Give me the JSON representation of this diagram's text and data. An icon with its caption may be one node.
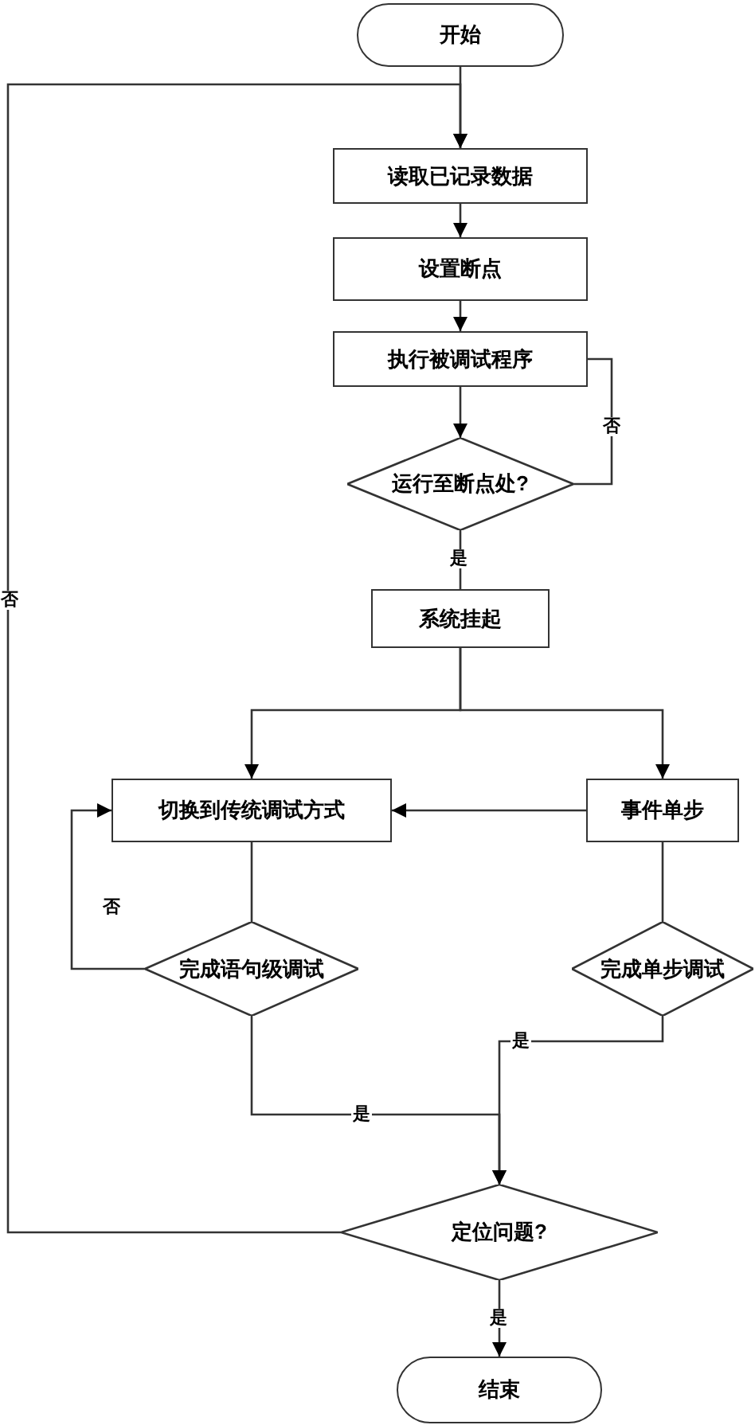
{
  "diagram": {
    "nodes": [
      {
        "text": [
          "开始"
        ]
      },
      {
        "text": [
          "读取已记录数据"
        ]
      },
      {
        "text": [
          "设置断点"
        ]
      },
      {
        "text": [
          "执行被调试程序"
        ]
      },
      {
        "text": [
          "运行至断点处?"
        ]
      },
      {
        "text": [
          "系统挂起"
        ]
      },
      {
        "text": [
          "切换到传统调试方式"
        ]
      },
      {
        "text": [
          "事件单步"
        ]
      },
      {
        "text": [
          "完成语句级调试"
        ]
      },
      {
        "text": [
          "完成单步调试"
        ]
      },
      {
        "text": [
          "定位问题?"
        ]
      },
      {
        "text": [
          "结束"
        ]
      }
    ],
    "edges": [
      {
        "from": 0,
        "to": 1,
        "arrow": "to"
      },
      {
        "from": 1,
        "to": 2,
        "arrow": "to"
      },
      {
        "from": 2,
        "to": 3,
        "arrow": "to"
      },
      {
        "from": 3,
        "to": 4,
        "arrow": "to"
      },
      {
        "from": 4,
        "to": 3,
        "arrow": "none",
        "label": "否"
      },
      {
        "from": 4,
        "to": 5,
        "arrow": "none",
        "label": "是"
      },
      {
        "from": 5,
        "to": 6,
        "arrow": "to"
      },
      {
        "from": 5,
        "to": 7,
        "arrow": "to"
      },
      {
        "from": 7,
        "to": 6,
        "arrow": "to"
      },
      {
        "from": 6,
        "to": 8,
        "arrow": "none"
      },
      {
        "from": 8,
        "to": 6,
        "arrow": "to",
        "label": "否"
      },
      {
        "from": 7,
        "to": 9,
        "arrow": "none"
      },
      {
        "from": 8,
        "to": 10,
        "arrow": "to",
        "label": "是"
      },
      {
        "from": 9,
        "to": 10,
        "arrow": "to",
        "label": "是"
      },
      {
        "from": 10,
        "to": 1,
        "arrow": "to",
        "label": "否"
      },
      {
        "from": 10,
        "to": 11,
        "arrow": "to",
        "label": "是"
      }
    ]
  }
}
